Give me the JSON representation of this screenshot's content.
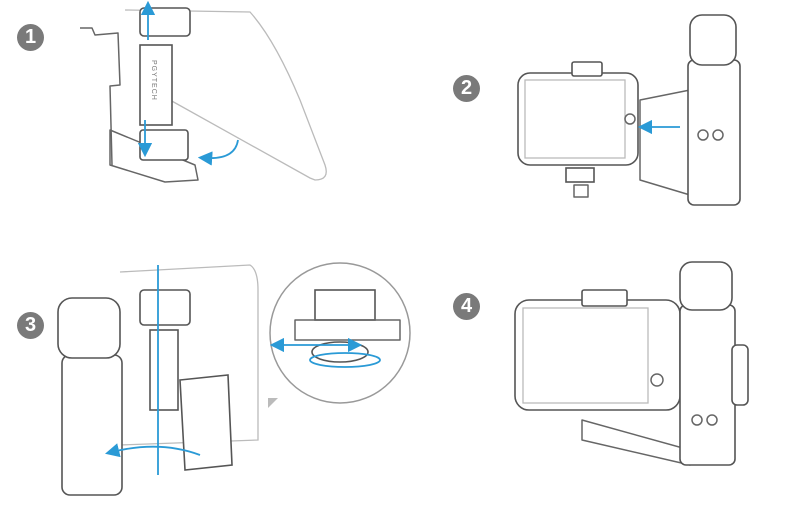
{
  "steps": [
    {
      "number": "1"
    },
    {
      "number": "2"
    },
    {
      "number": "3"
    },
    {
      "number": "4"
    }
  ],
  "clip_logo": "PGYTECH",
  "colors": {
    "arrow": "#2a9ad6",
    "badge": "#7a7a7a",
    "line": "#666666"
  }
}
